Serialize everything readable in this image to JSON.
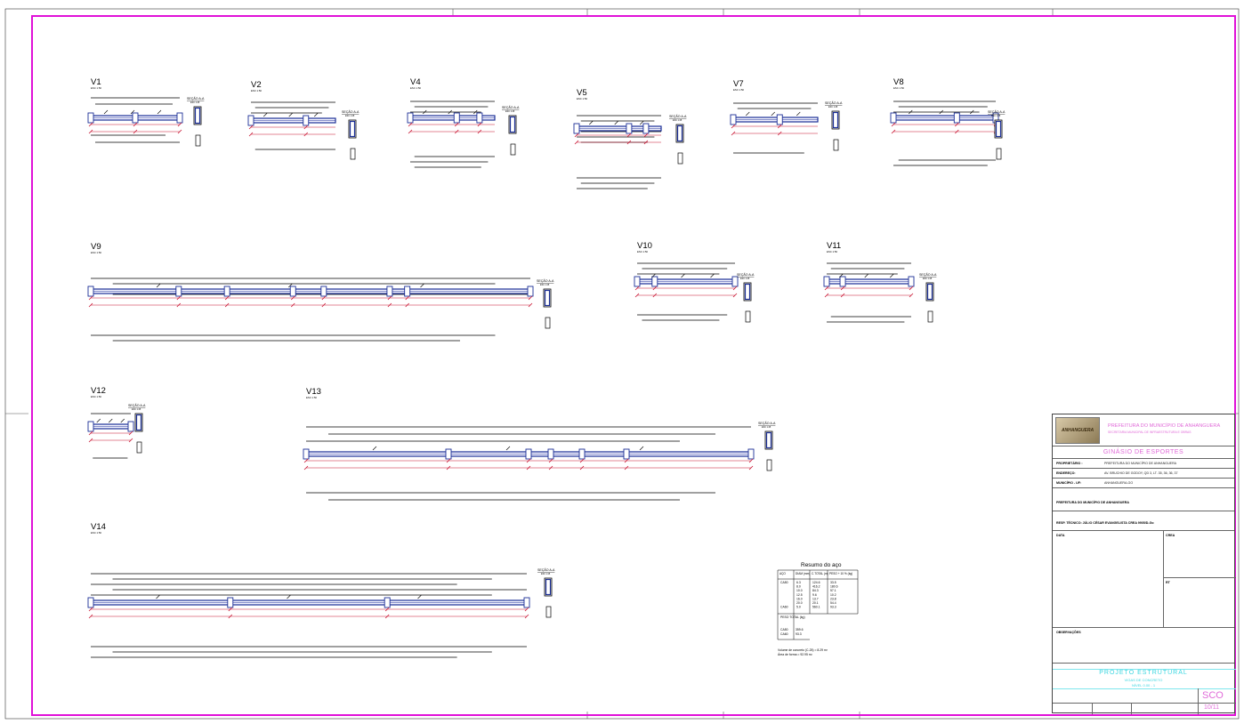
{
  "beams": [
    {
      "name": "V1",
      "scale": "ESC 1:50"
    },
    {
      "name": "V2",
      "scale": "ESC 1:50"
    },
    {
      "name": "V4",
      "scale": "ESC 1:50"
    },
    {
      "name": "V5",
      "scale": "ESC 1:50"
    },
    {
      "name": "V7",
      "scale": "ESC 1:50"
    },
    {
      "name": "V8",
      "scale": "ESC 1:50"
    },
    {
      "name": "V9",
      "scale": "ESC 1:50"
    },
    {
      "name": "V10",
      "scale": "ESC 1:50"
    },
    {
      "name": "V11",
      "scale": "ESC 1:50"
    },
    {
      "name": "V12",
      "scale": "ESC 1:50"
    },
    {
      "name": "V13",
      "scale": "ESC 1:50"
    },
    {
      "name": "V14",
      "scale": "ESC 1:50"
    }
  ],
  "section_label": "SEÇÃO A-A",
  "section_scale": "ESC 1:25",
  "resumo": {
    "title": "Resumo do aço",
    "headers": [
      "AÇO",
      "DIAM (mm)",
      "C.TOTAL (m)",
      "PESO + 10 % (kg)"
    ],
    "rows": [
      [
        "CA50",
        "6.3",
        "124.6",
        "33.5"
      ],
      [
        "",
        "8.0",
        "416.2",
        "180.6"
      ],
      [
        "",
        "10.0",
        "84.3",
        "57.1"
      ],
      [
        "",
        "12.5",
        "9.6",
        "10.2"
      ],
      [
        "",
        "16.0",
        "13.7",
        "23.8"
      ],
      [
        "",
        "20.0",
        "20.1",
        "54.4"
      ],
      [
        "CA60",
        "5.0",
        "560.1",
        "93.3"
      ]
    ],
    "peso_total_label": "PESO TOTAL (kg)",
    "peso_rows": [
      [
        "CA50",
        "359.6"
      ],
      [
        "CA60",
        "93.3"
      ]
    ],
    "concreto": "Volume de concreto (C-25) = 8.29 m³",
    "forma": "Área de forma = 92.95 m²"
  },
  "titleblock": {
    "logo": "ANHANGUERA",
    "org": "PREFEITURA DO MUNICÍPIO DE ANHANGUERA",
    "org_sub": "SECRETARIA MUNICIPAL DE INFRAESTRUTURA E OBRAS",
    "project": "GINÁSIO DE ESPORTES",
    "proprietario_label": "PROPRIETÁRIO :",
    "proprietario": "PREFEITURA DO MUNICÍPIO DE ANHANGUERA",
    "endereco_label": "ENDEREÇO:",
    "endereco": "AV. BRUCHIO DE GODOY, QD 3, LT. 35, 36, 36, 37",
    "municipio_label": "MUNICÍPIO - UF:",
    "municipio": "ANHANGUERA-GO",
    "owner_sign": "PREFEITURA DO MUNICÍPIO DE ANHANGUERA",
    "resp_tecnico": "RESP. TÉCNICO: JÚLIO CÉSAR EVANGELISTA   CREA 9905/D-Go",
    "data_label": "DATA",
    "crea_label": "CREA",
    "rt_label": "RT",
    "obs_label": "OBSERVAÇÕES",
    "sheet_title": "PROJETO ESTRUTURAL",
    "sheet_sub1": "VIGAS DE CONCRETO",
    "sheet_sub2": "NÍVEL 0.00 - 1",
    "code": "SCO",
    "sheet_no": "10/11"
  },
  "colors": {
    "border": "#e010d8",
    "beam_fill": "#1c2f96",
    "dimension": "#c8102e",
    "linework": "#000000"
  }
}
